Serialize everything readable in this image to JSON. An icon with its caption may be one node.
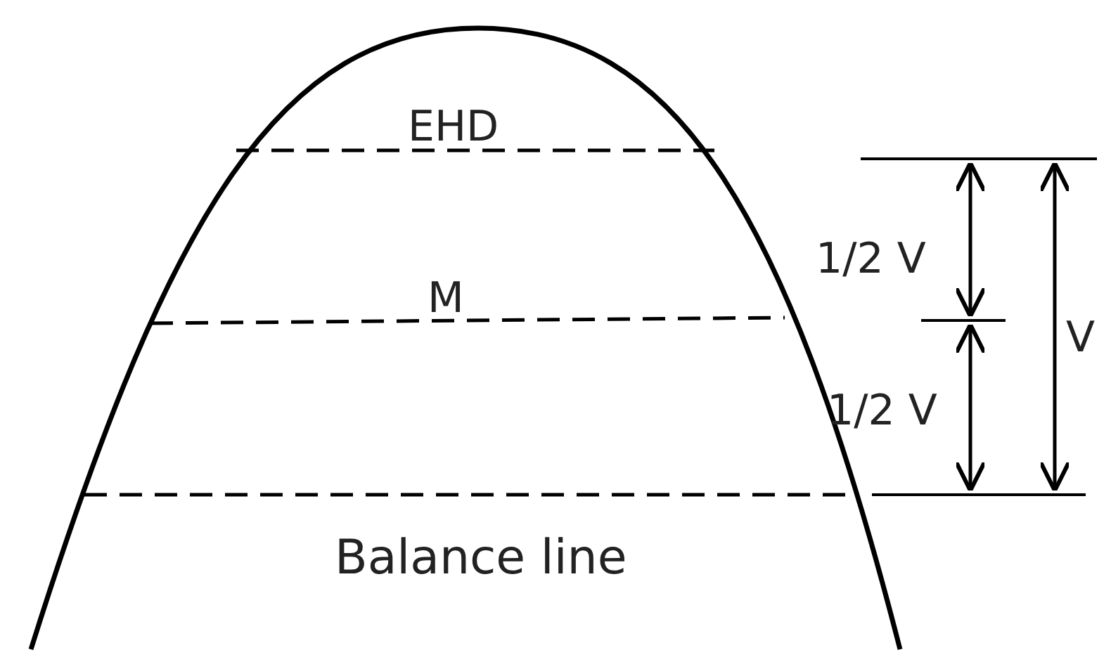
{
  "diagram": {
    "labels": [
      "EHD",
      "M",
      "1/2 V",
      "1/2 V",
      "V",
      "Balance line"
    ]
  }
}
